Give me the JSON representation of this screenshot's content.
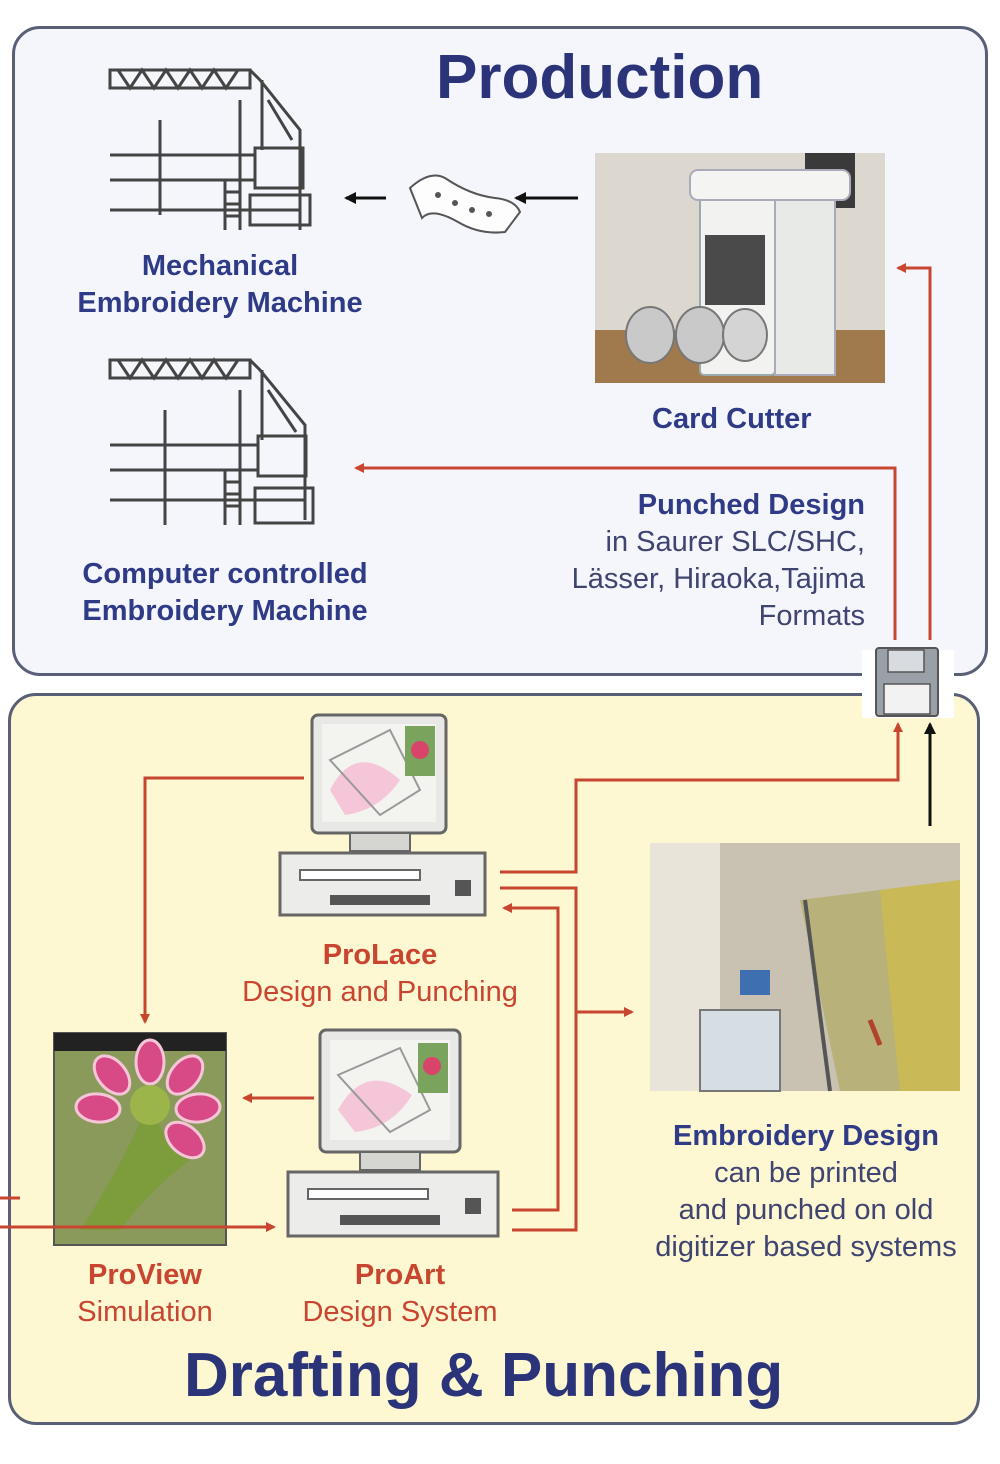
{
  "production": {
    "title": "Production",
    "mechanical": {
      "line1": "Mechanical",
      "line2": "Embroidery Machine"
    },
    "computer": {
      "line1": "Computer controlled",
      "line2": "Embroidery Machine"
    },
    "card_cutter": "Card Cutter",
    "punched": {
      "title": "Punched Design",
      "line1": "in Saurer SLC/SHC,",
      "line2": "Lässer, Hiraoka,Tajima",
      "line3": "Formats"
    }
  },
  "drafting": {
    "title": "Drafting & Punching",
    "prolace": {
      "name": "ProLace",
      "desc": "Design and Punching"
    },
    "proart": {
      "name": "ProArt",
      "desc": "Design System"
    },
    "proview": {
      "name": "ProView",
      "desc": "Simulation"
    },
    "embroidery": {
      "title": "Embroidery Design",
      "line1": "can be printed",
      "line2": "and punched on old",
      "line3": "digitizer based systems"
    }
  },
  "colors": {
    "panel_border": "#5a5f78",
    "title": "#2b3478",
    "flow_arrow": "#c8452f",
    "data_arrow": "#111111"
  }
}
